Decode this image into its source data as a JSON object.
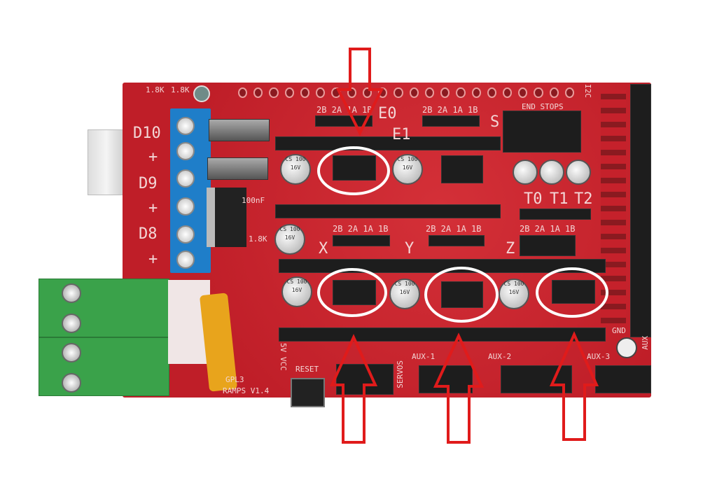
{
  "board": {
    "power_labels": [
      "D10",
      "+",
      "D9",
      "+",
      "D8",
      "+"
    ],
    "stepper_pin_label": "2B 2A 1A 1B",
    "axis_labels": [
      "E0",
      "E1",
      "X",
      "Y",
      "Z"
    ],
    "endstops_label": "END STOPS",
    "s_label": "S",
    "thermistor_labels": [
      "T0",
      "T1",
      "T2"
    ],
    "capacitor_text": "CS 100 16V",
    "reset_label": "RESET",
    "servos_label": "SERVOS",
    "aux_labels": [
      "AUX-1",
      "AUX-2",
      "AUX-3",
      "AUX"
    ],
    "gnd_label": "GND",
    "i2c_label": "I2C",
    "vcc_label": "5V VCC",
    "license_label": "GPL3",
    "version_label": "RAMPS V1.4",
    "resistor_labels": [
      "1.8K",
      "1.8K",
      "100nF",
      "1.8K"
    ]
  },
  "annotations": {
    "arrow_color": "#e01b1b",
    "circle_color": "#ffffff",
    "arrow_count": 4,
    "circle_count": 4
  }
}
